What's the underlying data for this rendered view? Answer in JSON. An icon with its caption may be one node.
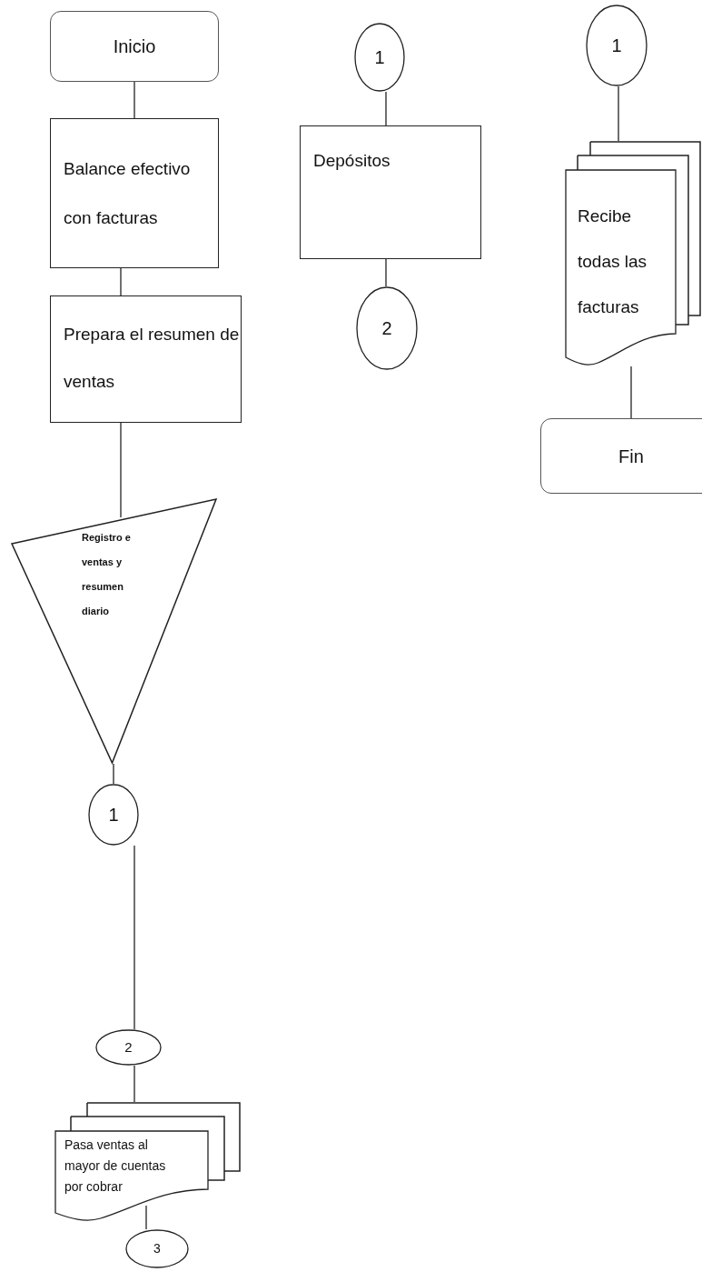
{
  "diagram": {
    "nodes": [
      {
        "text": [
          "Inicio"
        ]
      },
      {
        "text": [
          "Balance efectivo con facturas"
        ]
      },
      {
        "text": [
          "Prepara el resumen de ventas"
        ]
      },
      {
        "text": [
          "Registro e ventas y resumen diario"
        ]
      },
      {
        "text": [
          "1"
        ]
      },
      {
        "text": [
          "2"
        ]
      },
      {
        "text": [
          "Pasa ventas al mayor de cuentas por cobrar"
        ]
      },
      {
        "text": [
          "3"
        ]
      },
      {
        "text": [
          "1"
        ]
      },
      {
        "text": [
          "Depósitos"
        ]
      },
      {
        "text": [
          "2"
        ]
      },
      {
        "text": [
          "1"
        ]
      },
      {
        "text": [
          "Recibe todas las facturas"
        ]
      },
      {
        "text": [
          "Fin"
        ]
      }
    ],
    "edges": [
      {
        "from": 0,
        "to": 1,
        "arrow": "none"
      },
      {
        "from": 1,
        "to": 2,
        "arrow": "none"
      },
      {
        "from": 2,
        "to": 3,
        "arrow": "none"
      },
      {
        "from": 3,
        "to": 4,
        "arrow": "none"
      },
      {
        "from": 4,
        "to": 5,
        "arrow": "none"
      },
      {
        "from": 5,
        "to": 6,
        "arrow": "none"
      },
      {
        "from": 6,
        "to": 7,
        "arrow": "none"
      },
      {
        "from": 8,
        "to": 9,
        "arrow": "none"
      },
      {
        "from": 9,
        "to": 10,
        "arrow": "none"
      },
      {
        "from": 11,
        "to": 12,
        "arrow": "none"
      },
      {
        "from": 12,
        "to": 13,
        "arrow": "none"
      }
    ]
  }
}
